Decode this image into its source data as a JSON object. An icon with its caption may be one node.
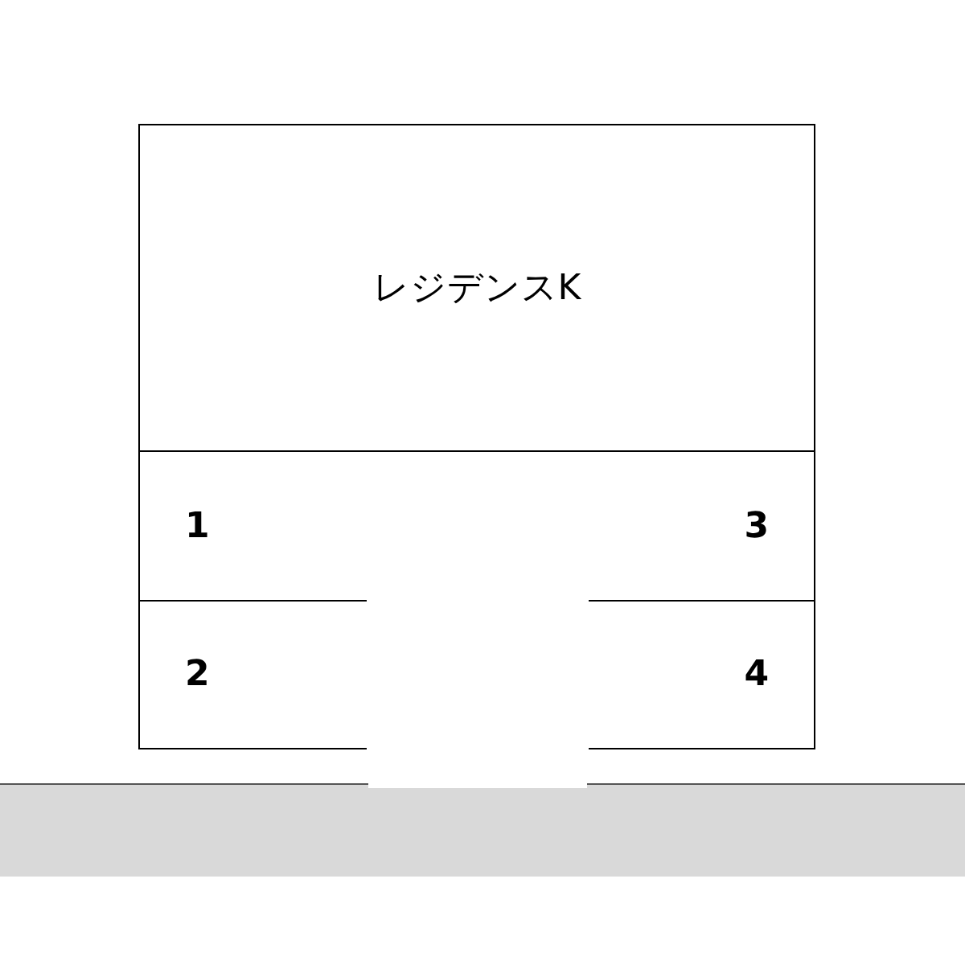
{
  "diagram": {
    "nodes": [
      {
        "text": [
          "レジデンスK"
        ]
      },
      {
        "text": [
          "1"
        ]
      },
      {
        "text": [
          "2"
        ]
      },
      {
        "text": [
          "3"
        ]
      },
      {
        "text": [
          "4"
        ]
      },
      {
        "text": [],
        "shape": "bar"
      }
    ]
  }
}
